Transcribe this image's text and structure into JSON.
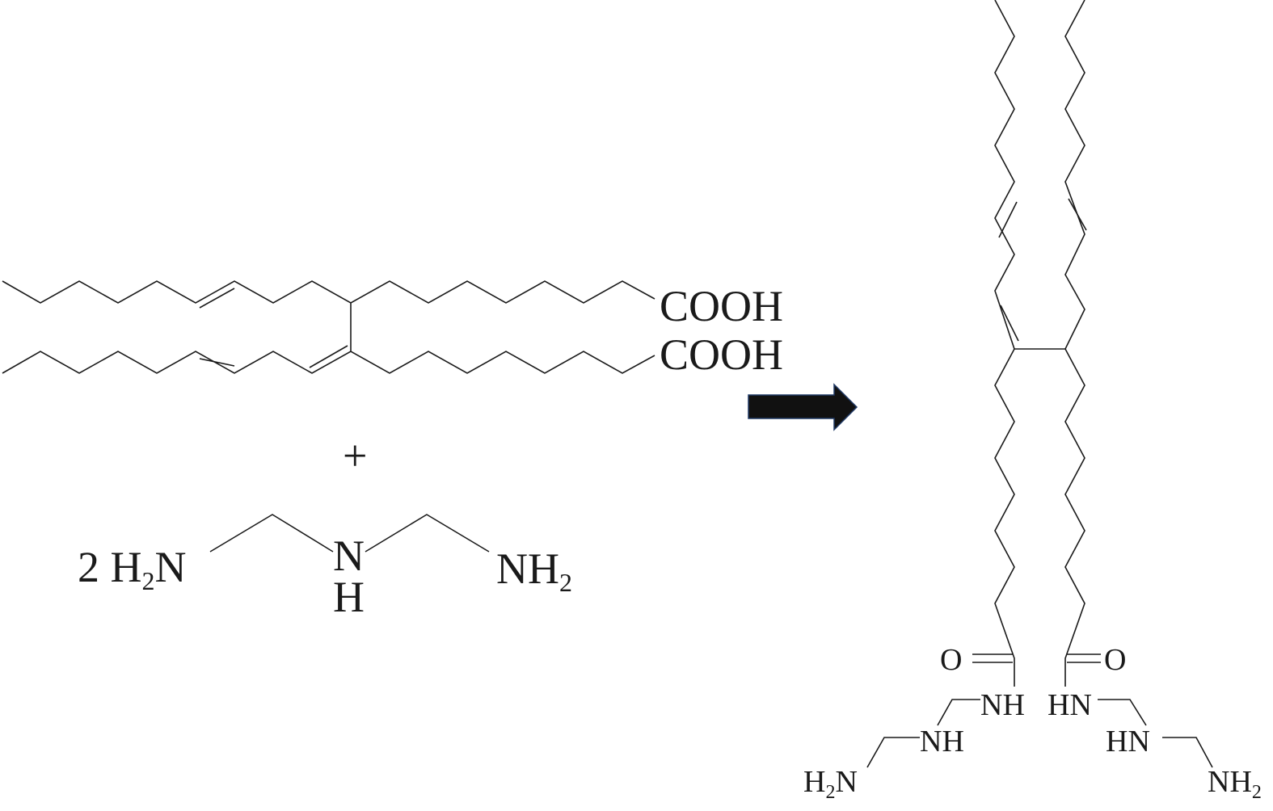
{
  "reactant_dimer_acid": {
    "group_top": "COOH",
    "group_bottom": "COOH"
  },
  "plus_sign": "+",
  "reactant_amine": {
    "coefficient_and_left": "2 H",
    "left_sub": "2",
    "left_tail": "N",
    "center_n": "N",
    "center_h": "H",
    "right_main": "NH",
    "right_sub": "2"
  },
  "reaction_arrow": {
    "color": "#111111",
    "outline": "#1f3864"
  },
  "product": {
    "left_carbonyl_o": "O",
    "right_carbonyl_o": "O",
    "left_amide_nh": "NH",
    "right_amide_hn": "HN",
    "left_inner_nh": "NH",
    "right_inner_hn": "HN",
    "left_terminal_h": "H",
    "left_terminal_sub": "2",
    "left_terminal_n": "N",
    "right_terminal": "NH",
    "right_terminal_sub": "2"
  }
}
